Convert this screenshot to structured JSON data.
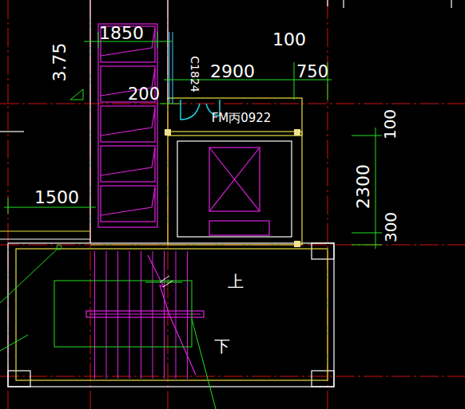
{
  "diagram": {
    "labels": [
      "1850",
      "3.75",
      "100",
      "C1824",
      "200",
      "2900",
      "750",
      "FM丙0922",
      "100",
      "2300",
      "300",
      "1500",
      "上",
      "下"
    ]
  }
}
